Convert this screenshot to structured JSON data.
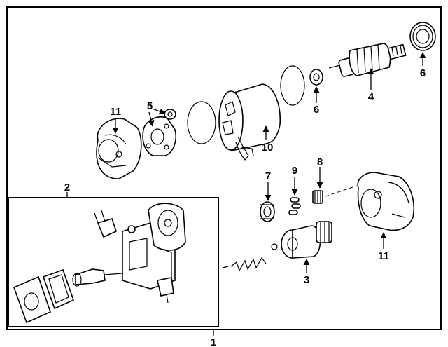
{
  "diagram": {
    "callouts": {
      "c1": "1",
      "c2": "2",
      "c3": "3",
      "c4": "4",
      "c5": "5",
      "c6a": "6",
      "c6b": "6",
      "c7": "7",
      "c8": "8",
      "c9": "9",
      "c10": "10",
      "c11a": "11",
      "c11b": "11"
    }
  }
}
